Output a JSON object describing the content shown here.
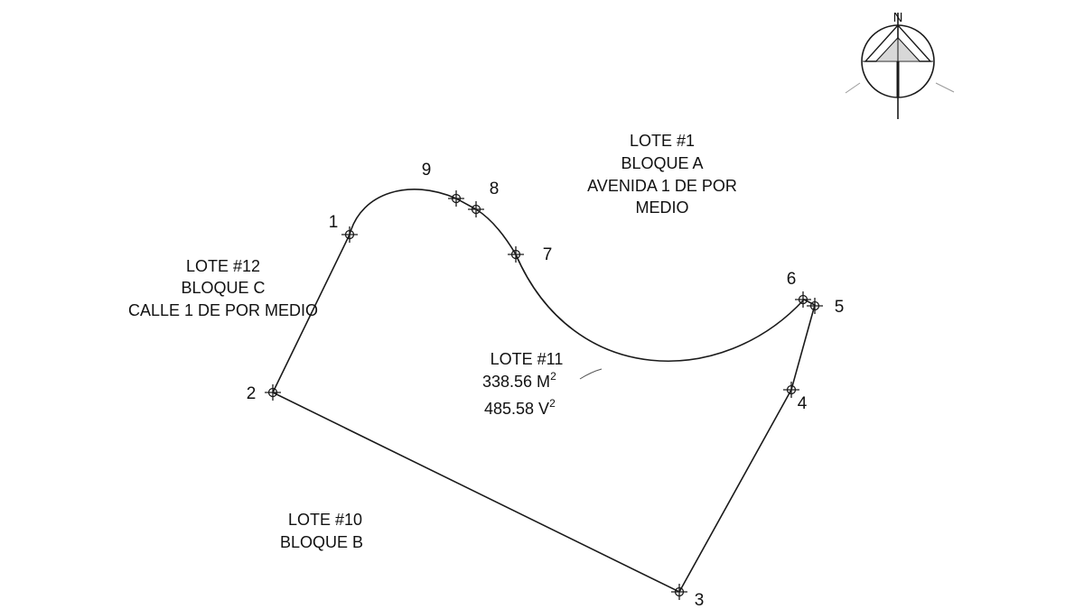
{
  "compass": {
    "north_letter": "N"
  },
  "lots": {
    "lote1": {
      "lines": [
        "LOTE #1",
        "BLOQUE A",
        "AVENIDA 1 DE POR",
        "MEDIO"
      ]
    },
    "lote12": {
      "lines": [
        "LOTE #12",
        "BLOQUE C",
        "CALLE 1 DE POR MEDIO"
      ]
    },
    "lote11": {
      "title": "LOTE #11",
      "area_m": "338.56 M",
      "area_v": "485.58 V",
      "exponent": "2"
    },
    "lote10": {
      "lines": [
        "LOTE #10",
        "BLOQUE B"
      ]
    }
  },
  "vertices": [
    {
      "label": "1"
    },
    {
      "label": "2"
    },
    {
      "label": "3"
    },
    {
      "label": "4"
    },
    {
      "label": "5"
    },
    {
      "label": "6"
    },
    {
      "label": "7"
    },
    {
      "label": "8"
    },
    {
      "label": "9"
    }
  ],
  "colors": {
    "ink": "#1a1a1a",
    "background": "#ffffff"
  }
}
